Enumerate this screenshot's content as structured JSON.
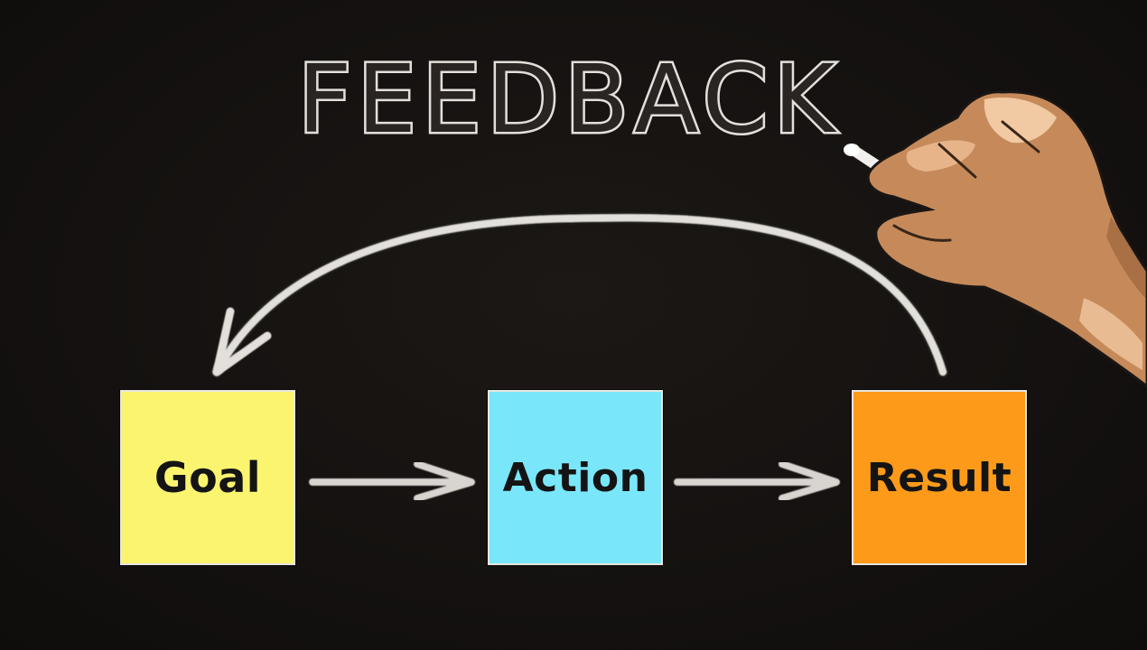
{
  "title": "FEEDBACK",
  "steps": [
    {
      "label": "Goal",
      "color": "#fbf46f"
    },
    {
      "label": "Action",
      "color": "#7ae6fa"
    },
    {
      "label": "Result",
      "color": "#fd9a1a"
    }
  ],
  "colors": {
    "board": "#151210",
    "chalk": "#e3e0dc"
  }
}
